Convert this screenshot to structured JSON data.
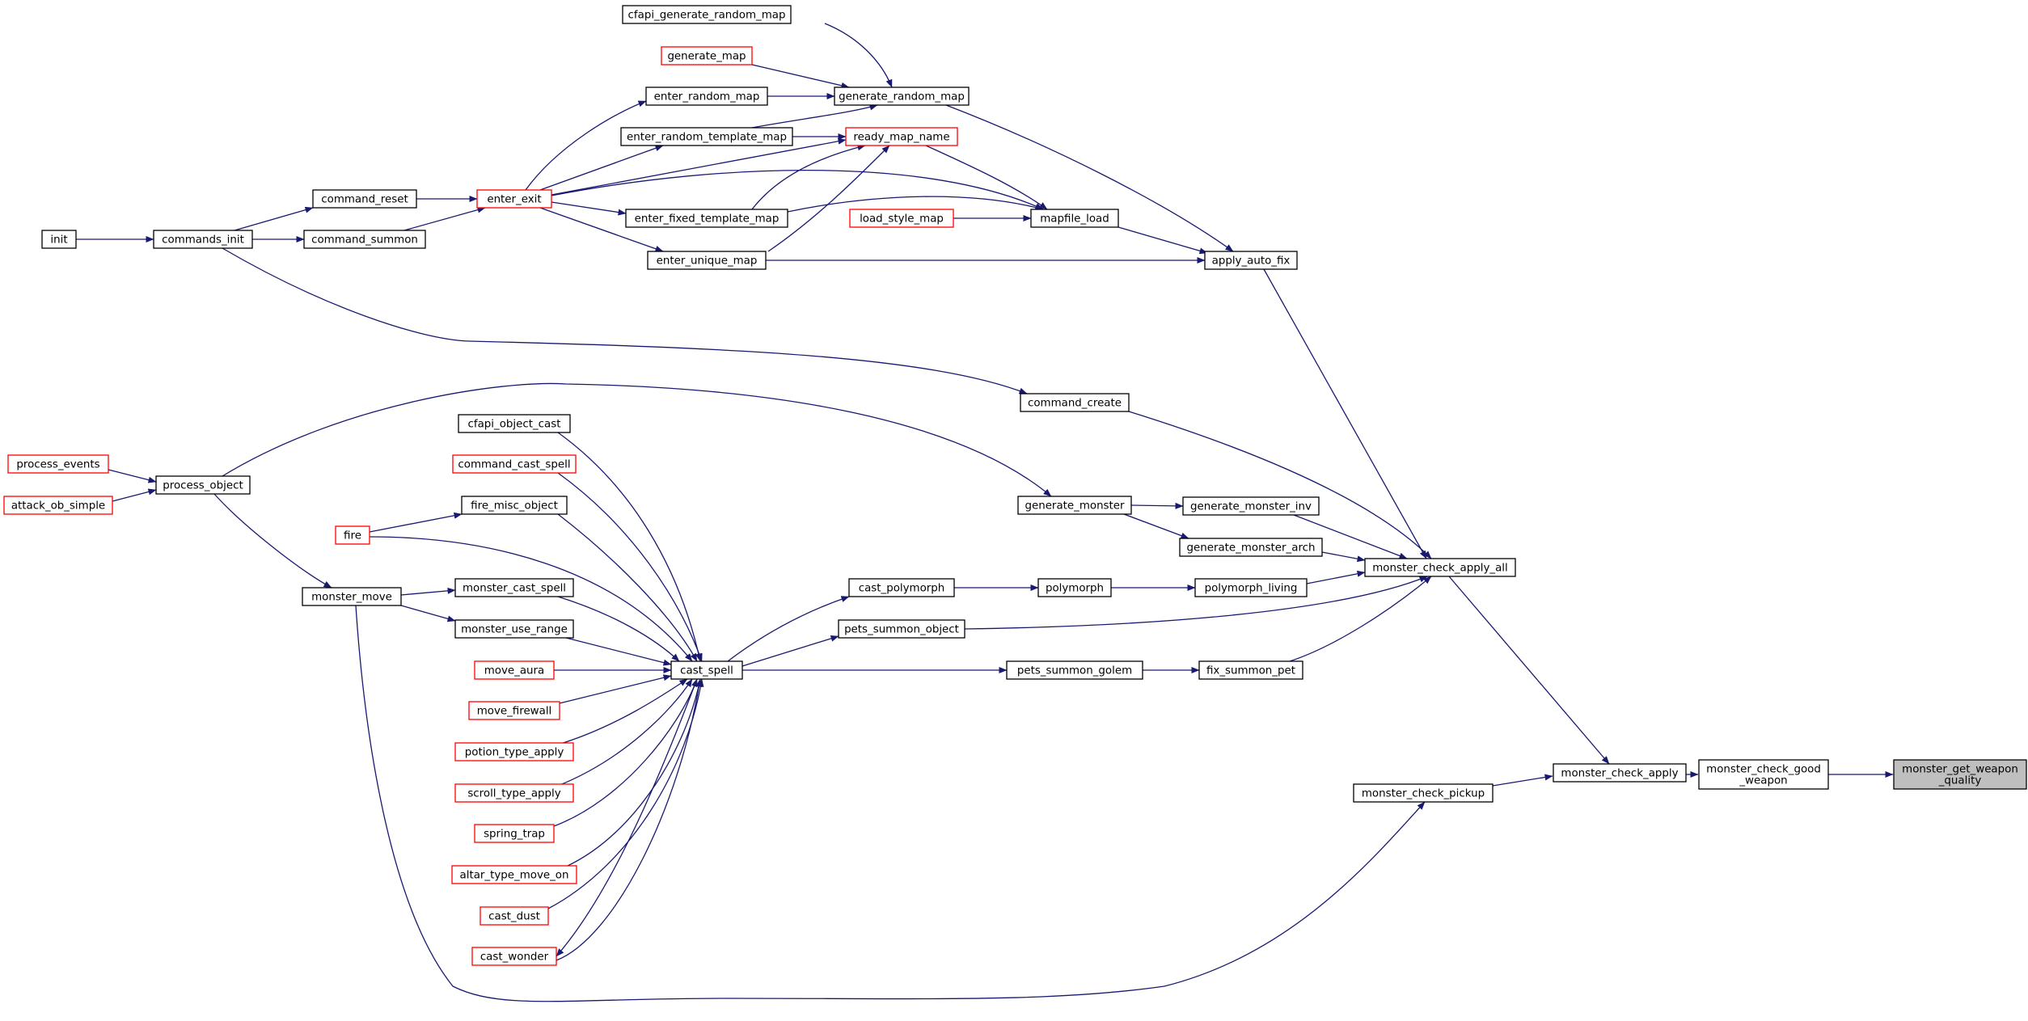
{
  "colors": {
    "edge": "#191970",
    "node_border_default": "#000000",
    "node_border_truncated": "#ff0000",
    "node_fill_default": "#ffffff",
    "node_fill_focus": "#bfbfbf",
    "text": "#000000"
  },
  "nodes": {
    "monster_get_weapon_quality": {
      "lines": [
        "monster_get_weapon",
        "_quality"
      ],
      "style": "focus"
    },
    "monster_check_good_weapon": {
      "lines": [
        "monster_check_good",
        "_weapon"
      ],
      "style": "normal"
    },
    "monster_check_apply": {
      "lines": [
        "monster_check_apply"
      ],
      "style": "normal"
    },
    "monster_check_pickup": {
      "lines": [
        "monster_check_pickup"
      ],
      "style": "normal"
    },
    "monster_check_apply_all": {
      "lines": [
        "monster_check_apply_all"
      ],
      "style": "normal"
    },
    "apply_auto_fix": {
      "lines": [
        "apply_auto_fix"
      ],
      "style": "normal"
    },
    "command_create": {
      "lines": [
        "command_create"
      ],
      "style": "normal"
    },
    "generate_monster_inv": {
      "lines": [
        "generate_monster_inv"
      ],
      "style": "normal"
    },
    "generate_monster_arch": {
      "lines": [
        "generate_monster_arch"
      ],
      "style": "normal"
    },
    "polymorph_living": {
      "lines": [
        "polymorph_living"
      ],
      "style": "normal"
    },
    "pets_summon_object": {
      "lines": [
        "pets_summon_object"
      ],
      "style": "normal"
    },
    "fix_summon_pet": {
      "lines": [
        "fix_summon_pet"
      ],
      "style": "normal"
    },
    "generate_random_map": {
      "lines": [
        "generate_random_map"
      ],
      "style": "normal"
    },
    "mapfile_load": {
      "lines": [
        "mapfile_load"
      ],
      "style": "normal"
    },
    "enter_unique_map": {
      "lines": [
        "enter_unique_map"
      ],
      "style": "normal"
    },
    "cfapi_generate_random_map": {
      "lines": [
        "cfapi_generate_random_map"
      ],
      "style": "normal"
    },
    "generate_map": {
      "lines": [
        "generate_map"
      ],
      "style": "truncated"
    },
    "enter_random_map": {
      "lines": [
        "enter_random_map"
      ],
      "style": "normal"
    },
    "enter_random_template_map": {
      "lines": [
        "enter_random_template_map"
      ],
      "style": "normal"
    },
    "ready_map_name": {
      "lines": [
        "ready_map_name"
      ],
      "style": "truncated"
    },
    "enter_fixed_template_map": {
      "lines": [
        "enter_fixed_template_map"
      ],
      "style": "normal"
    },
    "load_style_map": {
      "lines": [
        "load_style_map"
      ],
      "style": "truncated"
    },
    "enter_exit": {
      "lines": [
        "enter_exit"
      ],
      "style": "truncated"
    },
    "command_reset": {
      "lines": [
        "command_reset"
      ],
      "style": "normal"
    },
    "command_summon": {
      "lines": [
        "command_summon"
      ],
      "style": "normal"
    },
    "commands_init": {
      "lines": [
        "commands_init"
      ],
      "style": "normal"
    },
    "init": {
      "lines": [
        "init"
      ],
      "style": "normal"
    },
    "generate_monster": {
      "lines": [
        "generate_monster"
      ],
      "style": "normal"
    },
    "process_object": {
      "lines": [
        "process_object"
      ],
      "style": "normal"
    },
    "process_events": {
      "lines": [
        "process_events"
      ],
      "style": "truncated"
    },
    "attack_ob_simple": {
      "lines": [
        "attack_ob_simple"
      ],
      "style": "truncated"
    },
    "polymorph": {
      "lines": [
        "polymorph"
      ],
      "style": "normal"
    },
    "cast_polymorph": {
      "lines": [
        "cast_polymorph"
      ],
      "style": "normal"
    },
    "pets_summon_golem": {
      "lines": [
        "pets_summon_golem"
      ],
      "style": "normal"
    },
    "cast_spell": {
      "lines": [
        "cast_spell"
      ],
      "style": "normal"
    },
    "cfapi_object_cast": {
      "lines": [
        "cfapi_object_cast"
      ],
      "style": "normal"
    },
    "command_cast_spell": {
      "lines": [
        "command_cast_spell"
      ],
      "style": "truncated"
    },
    "fire_misc_object": {
      "lines": [
        "fire_misc_object"
      ],
      "style": "normal"
    },
    "fire": {
      "lines": [
        "fire"
      ],
      "style": "truncated"
    },
    "monster_cast_spell": {
      "lines": [
        "monster_cast_spell"
      ],
      "style": "normal"
    },
    "monster_use_range": {
      "lines": [
        "monster_use_range"
      ],
      "style": "normal"
    },
    "monster_move": {
      "lines": [
        "monster_move"
      ],
      "style": "normal"
    },
    "move_aura": {
      "lines": [
        "move_aura"
      ],
      "style": "truncated"
    },
    "move_firewall": {
      "lines": [
        "move_firewall"
      ],
      "style": "truncated"
    },
    "potion_type_apply": {
      "lines": [
        "potion_type_apply"
      ],
      "style": "truncated"
    },
    "scroll_type_apply": {
      "lines": [
        "scroll_type_apply"
      ],
      "style": "truncated"
    },
    "spring_trap": {
      "lines": [
        "spring_trap"
      ],
      "style": "truncated"
    },
    "altar_type_move_on": {
      "lines": [
        "altar_type_move_on"
      ],
      "style": "truncated"
    },
    "cast_dust": {
      "lines": [
        "cast_dust"
      ],
      "style": "truncated"
    },
    "cast_wonder": {
      "lines": [
        "cast_wonder"
      ],
      "style": "truncated"
    }
  },
  "edges": [
    [
      "monster_check_good_weapon",
      "monster_get_weapon_quality"
    ],
    [
      "monster_check_apply",
      "monster_check_good_weapon"
    ],
    [
      "monster_check_pickup",
      "monster_check_apply"
    ],
    [
      "monster_check_apply_all",
      "monster_check_apply"
    ],
    [
      "apply_auto_fix",
      "monster_check_apply_all"
    ],
    [
      "command_create",
      "monster_check_apply_all"
    ],
    [
      "generate_monster_inv",
      "monster_check_apply_all"
    ],
    [
      "generate_monster_arch",
      "monster_check_apply_all"
    ],
    [
      "polymorph_living",
      "monster_check_apply_all"
    ],
    [
      "pets_summon_object",
      "monster_check_apply_all"
    ],
    [
      "fix_summon_pet",
      "monster_check_apply_all"
    ],
    [
      "generate_random_map",
      "apply_auto_fix"
    ],
    [
      "mapfile_load",
      "apply_auto_fix"
    ],
    [
      "enter_unique_map",
      "apply_auto_fix"
    ],
    [
      "cfapi_generate_random_map",
      "generate_random_map"
    ],
    [
      "generate_map",
      "generate_random_map"
    ],
    [
      "enter_random_map",
      "generate_random_map"
    ],
    [
      "enter_random_template_map",
      "generate_random_map"
    ],
    [
      "ready_map_name",
      "mapfile_load"
    ],
    [
      "enter_fixed_template_map",
      "mapfile_load"
    ],
    [
      "load_style_map",
      "mapfile_load"
    ],
    [
      "enter_exit",
      "mapfile_load"
    ],
    [
      "enter_exit",
      "enter_random_map"
    ],
    [
      "enter_exit",
      "enter_random_template_map"
    ],
    [
      "enter_exit",
      "ready_map_name"
    ],
    [
      "enter_exit",
      "enter_fixed_template_map"
    ],
    [
      "enter_exit",
      "enter_unique_map"
    ],
    [
      "enter_random_template_map",
      "ready_map_name"
    ],
    [
      "enter_fixed_template_map",
      "ready_map_name"
    ],
    [
      "enter_unique_map",
      "ready_map_name"
    ],
    [
      "command_reset",
      "enter_exit"
    ],
    [
      "command_summon",
      "enter_exit"
    ],
    [
      "commands_init",
      "command_reset"
    ],
    [
      "commands_init",
      "command_summon"
    ],
    [
      "commands_init",
      "command_create"
    ],
    [
      "init",
      "commands_init"
    ],
    [
      "generate_monster",
      "generate_monster_inv"
    ],
    [
      "generate_monster",
      "generate_monster_arch"
    ],
    [
      "process_object",
      "generate_monster"
    ],
    [
      "process_object",
      "monster_move"
    ],
    [
      "process_events",
      "process_object"
    ],
    [
      "attack_ob_simple",
      "process_object"
    ],
    [
      "polymorph",
      "polymorph_living"
    ],
    [
      "cast_polymorph",
      "polymorph"
    ],
    [
      "pets_summon_golem",
      "fix_summon_pet"
    ],
    [
      "cast_spell",
      "cast_polymorph"
    ],
    [
      "cast_spell",
      "pets_summon_object"
    ],
    [
      "cast_spell",
      "pets_summon_golem"
    ],
    [
      "cast_spell",
      "cast_wonder"
    ],
    [
      "cfapi_object_cast",
      "cast_spell"
    ],
    [
      "command_cast_spell",
      "cast_spell"
    ],
    [
      "fire_misc_object",
      "cast_spell"
    ],
    [
      "fire",
      "fire_misc_object"
    ],
    [
      "fire",
      "cast_spell"
    ],
    [
      "monster_cast_spell",
      "cast_spell"
    ],
    [
      "monster_use_range",
      "cast_spell"
    ],
    [
      "monster_move",
      "monster_cast_spell"
    ],
    [
      "monster_move",
      "monster_use_range"
    ],
    [
      "monster_move",
      "monster_check_pickup"
    ],
    [
      "move_aura",
      "cast_spell"
    ],
    [
      "move_firewall",
      "cast_spell"
    ],
    [
      "potion_type_apply",
      "cast_spell"
    ],
    [
      "scroll_type_apply",
      "cast_spell"
    ],
    [
      "spring_trap",
      "cast_spell"
    ],
    [
      "altar_type_move_on",
      "cast_spell"
    ],
    [
      "cast_dust",
      "cast_spell"
    ],
    [
      "cast_wonder",
      "cast_spell"
    ]
  ]
}
